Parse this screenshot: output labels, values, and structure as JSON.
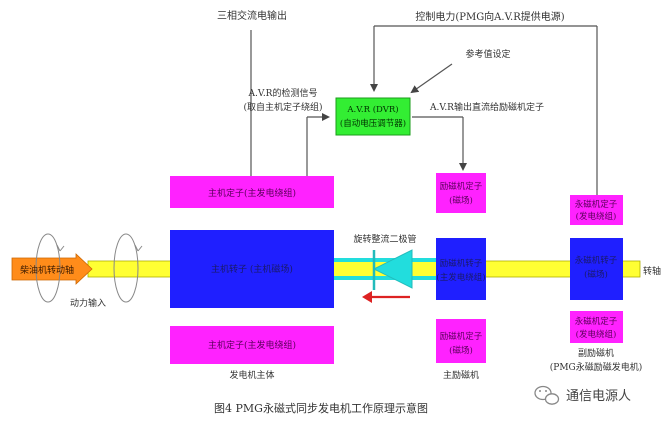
{
  "labels": {
    "three_phase_output": "三相交流电输出",
    "control_power": "控制电力(PMG向A.V.R提供电源)",
    "reference_setting": "参考值设定",
    "avr_detect_line1": "A.V.R的检测信号",
    "avr_detect_line2": "(取自主机定子绕组)",
    "avr_box_line1": "A.V.R (DVR)",
    "avr_box_line2": "(自动电压调节器)",
    "avr_output": "A.V.R输出直流给励磁机定子",
    "main_stator_top": "主机定子(主发电绕组)",
    "main_rotor": "主机转子 (主机磁场)",
    "main_stator_bottom": "主机定子(主发电绕组)",
    "exciter_stator_top_line1": "励磁机定子",
    "exciter_stator_top_line2": "(磁场)",
    "exciter_rotor_line1": "励磁机转子",
    "exciter_rotor_line2": "(主发电绕组)",
    "exciter_stator_bottom_line1": "励磁机定子",
    "exciter_stator_bottom_line2": "(磁场)",
    "pmg_stator_top_line1": "永磁机定子",
    "pmg_stator_top_line2": "(发电绕组)",
    "pmg_rotor_line1": "永磁机转子",
    "pmg_rotor_line2": "(磁场)",
    "pmg_stator_bottom_line1": "永磁机定子",
    "pmg_stator_bottom_line2": "(发电绕组)",
    "rectifier_diode": "旋转整流二极管",
    "diesel_shaft": "柴油机转动轴",
    "power_input": "动力输入",
    "rotation_shaft": "转轴",
    "generator_main_body": "发电机主体",
    "main_exciter": "主励磁机",
    "sub_exciter_line1": "副励磁机",
    "sub_exciter_line2": "(PMG永磁励磁发电机)"
  },
  "caption": "图4  PMG永磁式同步发电机工作原理示意图",
  "watermark": "通信电源人",
  "colors": {
    "stator": "#ff22ff",
    "rotor": "#1f1fff",
    "shaft": "#ffff33",
    "avr": "#33ee33",
    "arrow_orange": "#ff8c1a",
    "diode_cyan": "#22dddd",
    "red_arrow": "#dd2222",
    "line": "#555555"
  },
  "icons": [
    "rotation-arrow-icon",
    "diode-symbol-icon",
    "direction-arrow-icon",
    "wechat-logo-icon"
  ]
}
